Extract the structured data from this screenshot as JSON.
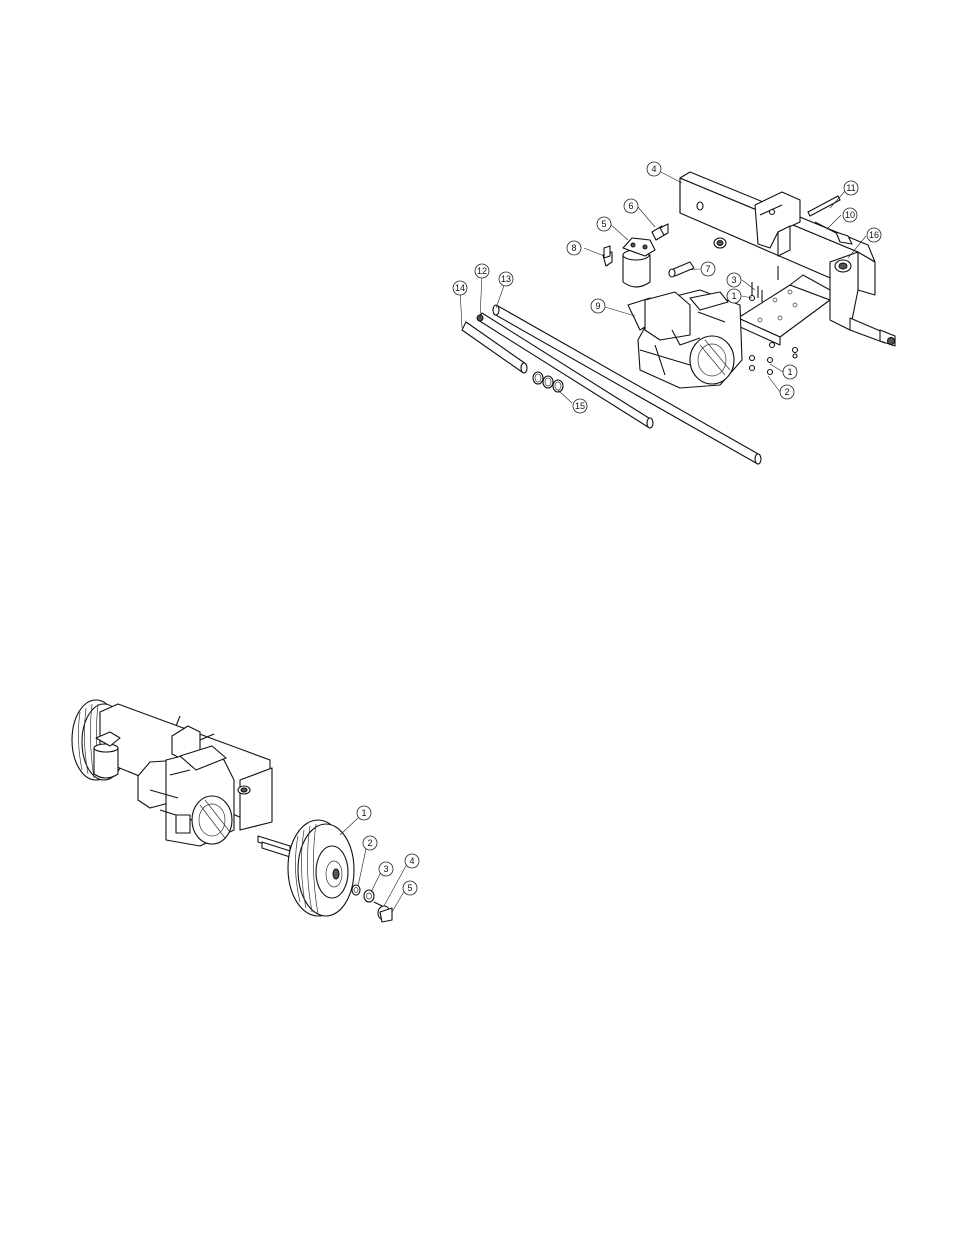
{
  "diagrams": [
    {
      "callouts": [
        "4",
        "5",
        "6",
        "11",
        "10",
        "16",
        "8",
        "7",
        "3",
        "1",
        "12",
        "13",
        "14",
        "9",
        "15",
        "1",
        "2"
      ]
    },
    {
      "callouts": [
        "1",
        "2",
        "3",
        "4",
        "5"
      ]
    }
  ]
}
